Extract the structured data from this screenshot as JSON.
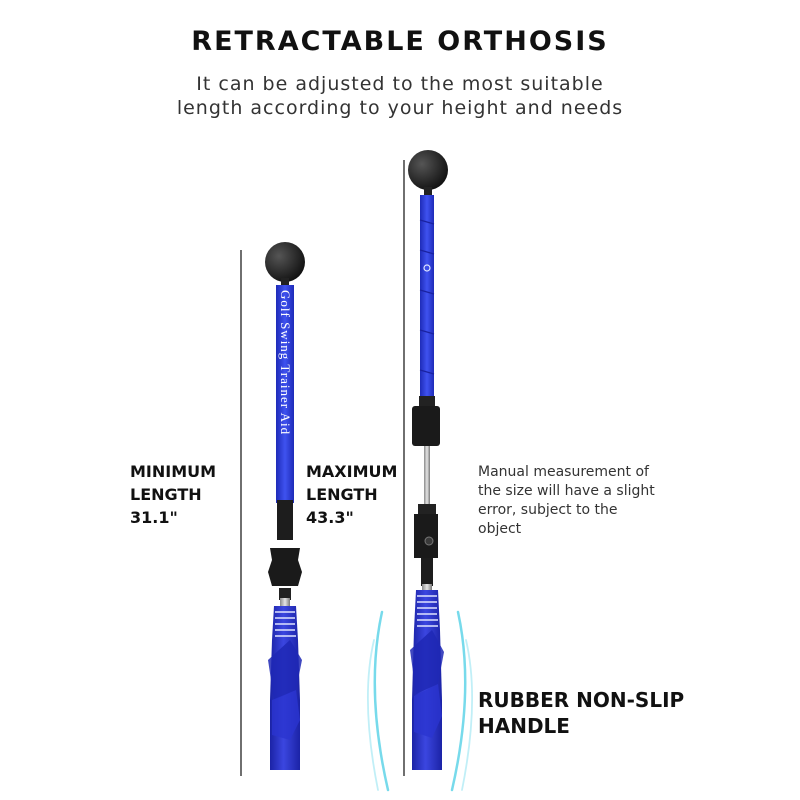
{
  "title": "RETRACTABLE ORTHOSIS",
  "subtitle": {
    "line1": "It can be adjusted to the most suitable",
    "line2": "length according to your height and needs"
  },
  "minimum": {
    "line1": "MINIMUM",
    "line2": "LENGTH",
    "value": "31.1\""
  },
  "maximum": {
    "line1": "MAXIMUM",
    "line2": "LENGTH",
    "value": "43.3\""
  },
  "note": {
    "line1": "Manual measurement of",
    "line2": "the size will have a slight",
    "line3": "error, subject to the",
    "line4": "object"
  },
  "handle": {
    "line1": "RUBBER NON-SLIP",
    "line2": "HANDLE"
  },
  "colors": {
    "shaft_blue": "#2f3fd6",
    "grip_blue": "#2b34c8",
    "black": "#1a1a1a",
    "accent_cyan": "#5fd3e8"
  }
}
